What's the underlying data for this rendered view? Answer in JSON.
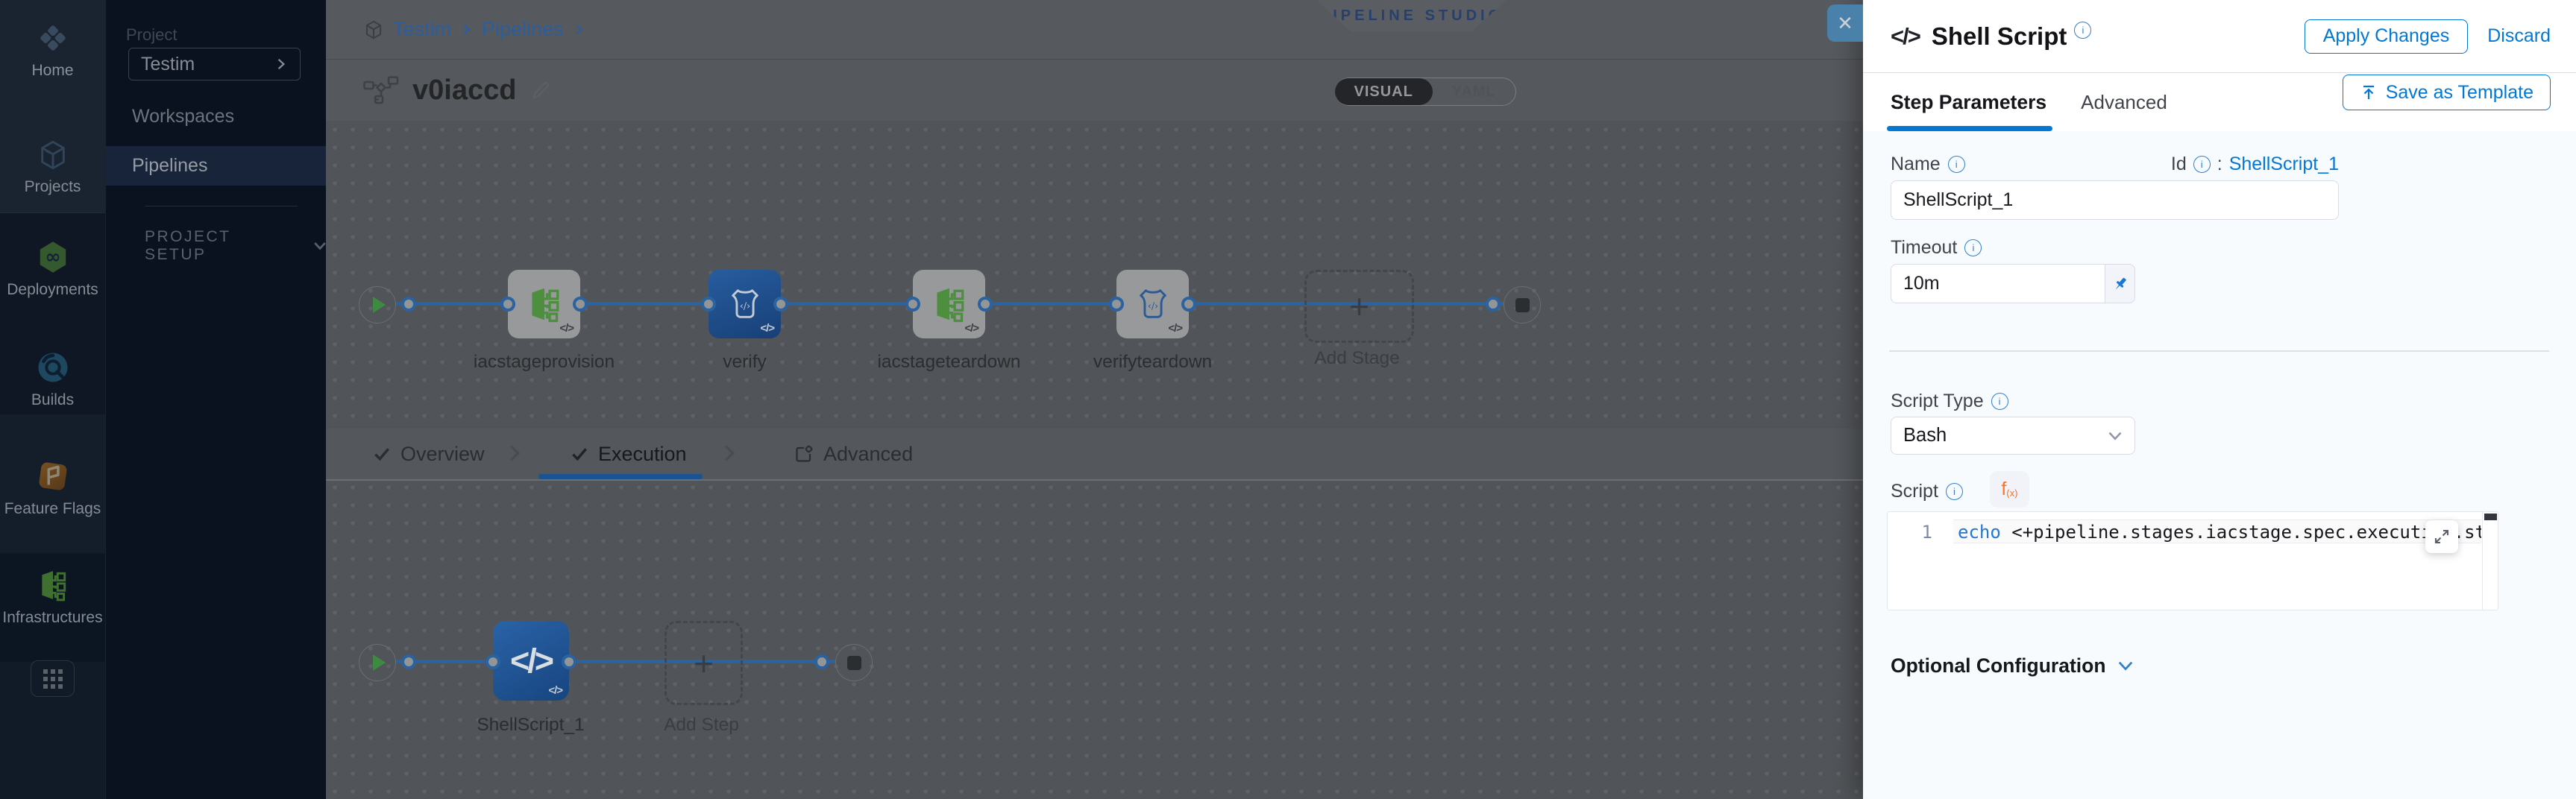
{
  "colors": {
    "accent": "#0278d5",
    "panel_bg": "#f8fbfe",
    "canvas_bg_dimmed": "#515458",
    "selected_node_blue": "#1e5496",
    "stage_icon_green": "#4d8f3f",
    "sidebar_bg": "#0e1723",
    "link_dimmed": "#2d5d9b"
  },
  "left_nav": {
    "items": [
      {
        "label": "Home",
        "icon": "harness-logo-icon"
      },
      {
        "label": "Projects",
        "icon": "cube-icon"
      },
      {
        "label": "Deployments",
        "icon": "deployments-hexagon-icon"
      },
      {
        "label": "Builds",
        "icon": "builds-icon"
      },
      {
        "label": "Feature Flags",
        "icon": "flag-icon"
      },
      {
        "label": "Infrastructures",
        "icon": "infrastructure-icon"
      }
    ]
  },
  "project_nav": {
    "section_label": "Project",
    "project_name": "Testim",
    "items": [
      {
        "label": "Workspaces",
        "selected": false
      },
      {
        "label": "Pipelines",
        "selected": true
      }
    ],
    "setup_label": "PROJECT SETUP"
  },
  "header": {
    "breadcrumb": {
      "project": "Testim",
      "section": "Pipelines"
    },
    "studio_badge": "PIPELINE STUDIO",
    "pipeline_name": "v0iaccd",
    "toggle": {
      "visual": "VISUAL",
      "yaml": "YAML",
      "selected": "VISUAL"
    }
  },
  "stage_graph": {
    "stages": [
      {
        "name": "iacstageprovision",
        "type": "infrastructure",
        "selected": false
      },
      {
        "name": "verify",
        "type": "custom",
        "selected": true
      },
      {
        "name": "iacstageteardown",
        "type": "infrastructure",
        "selected": false
      },
      {
        "name": "verifyteardown",
        "type": "custom",
        "selected": false
      }
    ],
    "add_stage_label": "Add Stage"
  },
  "stage_tabs": {
    "overview": "Overview",
    "execution": "Execution",
    "advanced": "Advanced",
    "active": "Execution"
  },
  "execution_graph": {
    "step_name": "ShellScript_1",
    "add_step_label": "Add Step"
  },
  "panel": {
    "title": "Shell Script",
    "apply_label": "Apply Changes",
    "discard_label": "Discard",
    "tab_step_parameters": "Step Parameters",
    "tab_advanced": "Advanced",
    "active_tab": "Step Parameters",
    "save_template_label": "Save as Template",
    "name_label": "Name",
    "name_value": "ShellScript_1",
    "id_label": "Id",
    "id_separator": ":",
    "id_value": "ShellScript_1",
    "timeout_label": "Timeout",
    "timeout_value": "10m",
    "script_type_label": "Script Type",
    "script_type_value": "Bash",
    "script_label": "Script",
    "fx_label": "f",
    "fx_sub": "(x)",
    "script_line_number": "1",
    "script_keyword": "echo",
    "script_code": " <+pipeline.stages.iacstage.spec.execution.steps.appl",
    "optional_config_label": "Optional Configuration"
  }
}
